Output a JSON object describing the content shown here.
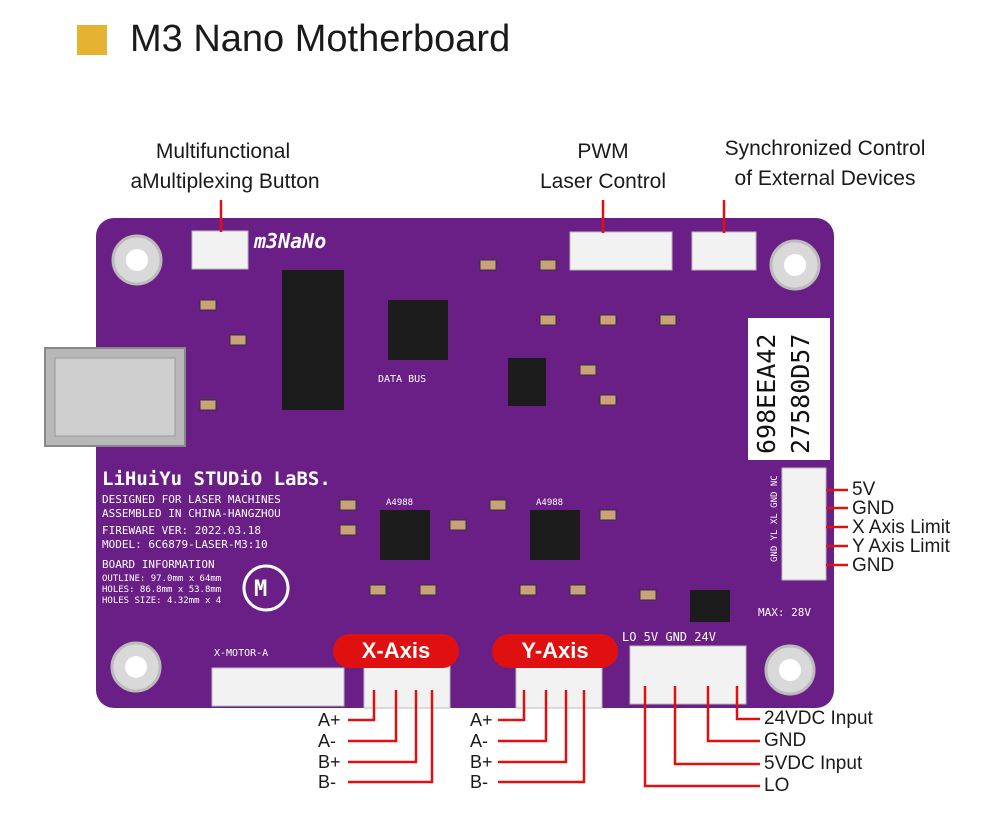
{
  "title": "M3 Nano Motherboard",
  "callouts": {
    "button_line1": "Multifunctional",
    "button_line2": "aMultiplexing Button",
    "pwm_line1": "PWM",
    "pwm_line2": "Laser Control",
    "sync_line1": "Synchronized Control",
    "sync_line2": "of External Devices"
  },
  "limit_pins": [
    "5V",
    "GND",
    "X Axis Limit",
    "Y Axis Limit",
    "GND"
  ],
  "x_axis": {
    "label": "X-Axis",
    "pins": [
      "A+",
      "A-",
      "B+",
      "B-"
    ]
  },
  "y_axis": {
    "label": "Y-Axis",
    "pins": [
      "A+",
      "A-",
      "B+",
      "B-"
    ]
  },
  "power_pins": [
    "24VDC Input",
    "GND",
    "5VDC Input",
    "LO"
  ],
  "board": {
    "color": "#6a1f86",
    "logo_text": "m3NaNo",
    "brand": "LiHuiYu STUDiO LaBS.",
    "designed_for": "DESIGNED FOR LASER MACHINES",
    "assembled": "ASSEMBLED IN CHINA-HANGZHOU",
    "fireware": "FIREWARE VER: 2022.03.18",
    "model": "MODEL: 6C6879-LASER-M3:10",
    "board_info": "BOARD INFORMATION",
    "outline": "OUTLINE: 97.0mm x 64mm",
    "holes": "HOLES: 86.8mm x 53.8mm",
    "hole_size": "HOLES SIZE: 4.32mm x 4",
    "data_bus": "DATA BUS",
    "chip_label": "A4988",
    "max_voltage": "MAX: 28V",
    "header_labels": "LO 5V GND 24V",
    "limit_header": "GND YL XL GND NC",
    "motor_label": "X-MOTOR-A",
    "serial_line1": "698EEA42",
    "serial_line2": "27580D57"
  }
}
